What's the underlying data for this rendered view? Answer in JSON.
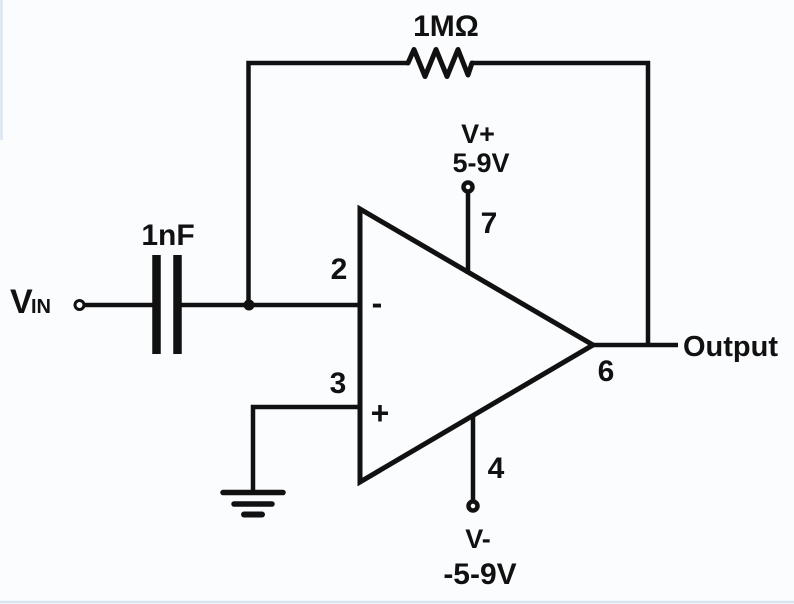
{
  "colors": {
    "ink": "#111111",
    "background": "#fbfcfe",
    "edge_accent": "#d9e3f2"
  },
  "labels": {
    "feedback_resistor": "1MΩ",
    "input_capacitor": "1nF",
    "input_signal_main": "V",
    "input_signal_sub": "IN",
    "positive_supply_name": "V+",
    "positive_supply_range": "5-9V",
    "negative_supply_name": "V-",
    "negative_supply_range": "-5-9V",
    "output": "Output",
    "pin_inverting": "2",
    "pin_noninverting": "3",
    "pin_output": "6",
    "pin_vplus": "7",
    "pin_vminus": "4",
    "inverting_sign": "-",
    "noninverting_sign": "+"
  }
}
